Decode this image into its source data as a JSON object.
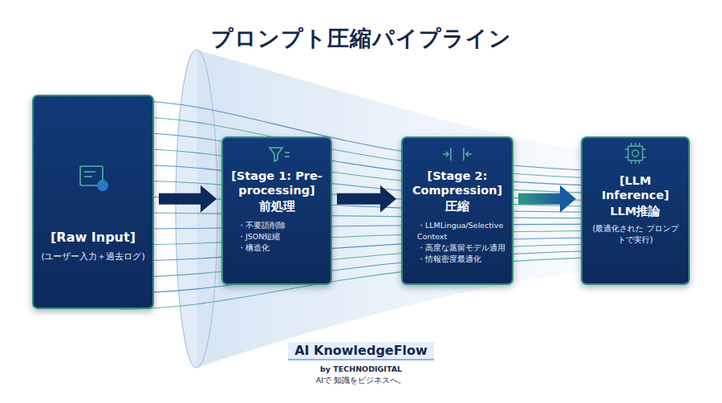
{
  "diagram": {
    "title": "プロンプト圧縮パイプライン",
    "nodes": [
      {
        "text": [
          "[Raw Input]",
          "(ユーザー入力＋過去ログ)"
        ]
      },
      {
        "text": [
          "[Stage 1: Pre-processing]",
          "前処理",
          "・不要語削除",
          "・JSON短縮",
          "・構造化"
        ]
      },
      {
        "text": [
          "[Stage 2: Compression]",
          "圧縮",
          "・LLMLingua/Selective Context",
          "・高度な蒸留モデル適用",
          "・情報密度最適化"
        ]
      },
      {
        "text": [
          "[LLM Inference]",
          "LLM推論",
          "(最適化された プロンプトで実行)"
        ]
      }
    ],
    "edges": [
      {
        "from": 0,
        "to": 1,
        "arrow": "to"
      },
      {
        "from": 1,
        "to": 2,
        "arrow": "to"
      },
      {
        "from": 2,
        "to": 3,
        "arrow": "to"
      }
    ],
    "labels": [
      "AI KnowledgeFlow",
      "by TECHNODIGITAL",
      "AIで 知識をビジネスへ。"
    ]
  }
}
